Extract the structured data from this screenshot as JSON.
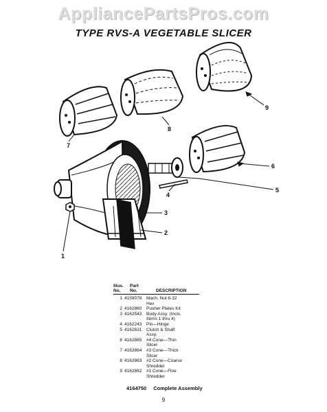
{
  "watermark": "AppliancePartsPros.com",
  "title": "TYPE RVS-A VEGETABLE SLICER",
  "callouts": [
    "1",
    "2",
    "3",
    "4",
    "5",
    "6",
    "7",
    "8",
    "9"
  ],
  "table": {
    "headers": {
      "illus": [
        "Illus.",
        "No."
      ],
      "part": [
        "Part",
        "No."
      ],
      "description": "DESCRIPTION"
    },
    "rows": [
      {
        "no": "1",
        "part": "4159078",
        "desc": [
          "Mach. Nut 8-32",
          "Hex"
        ]
      },
      {
        "no": "2",
        "part": "4162860",
        "desc": [
          "Pusher Plates Kit"
        ]
      },
      {
        "no": "3",
        "part": "4162543",
        "desc": [
          "Body Assy. (Incls.",
          "Items 1 thru 4)"
        ]
      },
      {
        "no": "4",
        "part": "4162243",
        "desc": [
          "Pin—Hinge"
        ]
      },
      {
        "no": "5",
        "part": "4162631",
        "desc": [
          "Clutch & Shaft",
          "Assy."
        ]
      },
      {
        "no": "6",
        "part": "4162865",
        "desc": [
          "#4 Cone—Thin",
          "Slicer"
        ]
      },
      {
        "no": "7",
        "part": "4162864",
        "desc": [
          "#3 Cone—Thick",
          "Slicer"
        ]
      },
      {
        "no": "8",
        "part": "4162863",
        "desc": [
          "#2 Cone—Coarse",
          "Shredder"
        ]
      },
      {
        "no": "9",
        "part": "4162862",
        "desc": [
          "#1 Cone—Fine",
          "Shredder"
        ]
      }
    ],
    "assembly_part": "4164750",
    "assembly_label": "Complete Assembly"
  },
  "page_number": "9"
}
